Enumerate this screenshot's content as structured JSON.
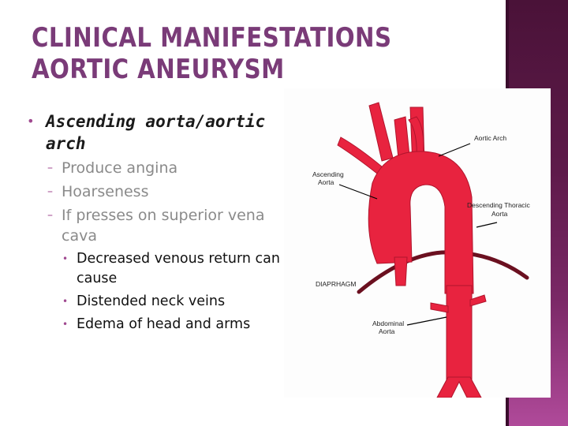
{
  "slide": {
    "title_line1": "CLINICAL MANIFESTATIONS",
    "title_line2": "AORTIC ANEURYSM",
    "accent_color": "#7a3b78",
    "band_color": "#5e1a4a"
  },
  "bullets": {
    "l1": "Ascending aorta/aortic arch",
    "sub": [
      "Produce angina",
      "Hoarseness",
      "If presses on superior vena cava"
    ],
    "subsub": [
      "Decreased venous return can cause",
      "Distended neck veins",
      "Edema of head and arms"
    ]
  },
  "figure": {
    "labels": {
      "aortic_arch": "Aortic Arch",
      "ascending_1": "Ascending",
      "ascending_2": "Aorta",
      "descending_1": "Descending Thoracic",
      "descending_2": "Aorta",
      "diaphragm": "DIAPRHAGM",
      "abdominal_1": "Abdominal",
      "abdominal_2": "Aorta"
    },
    "vessel_color": "#e8233f",
    "diaphragm_color": "#6b1020"
  }
}
